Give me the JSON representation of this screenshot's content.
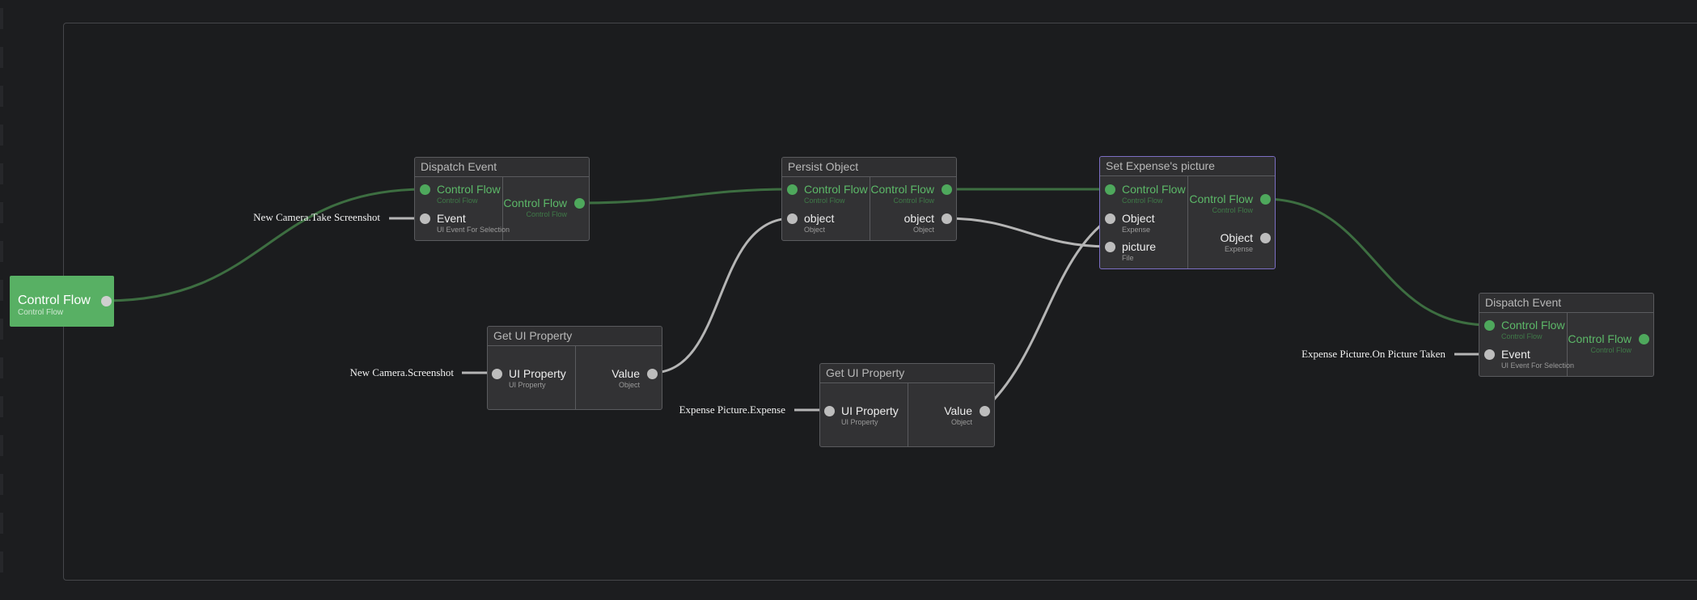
{
  "colors": {
    "background": "#1c1d1f",
    "node_body": "#323234",
    "node_border": "#5a5b5e",
    "selected_border": "#7c6fc4",
    "flow_accent": "#4ea85c",
    "flow_wire": "#3d6e41",
    "data_wire": "#b5b5b5",
    "entry_node": "#58b064"
  },
  "entry_node": {
    "label": "Control Flow",
    "sublabel": "Control Flow"
  },
  "nodes": {
    "dispatch_event_1": {
      "title": "Dispatch Event",
      "in_flow": {
        "label": "Control Flow",
        "type": "Control Flow"
      },
      "in_event": {
        "label": "Event",
        "type": "UI Event For Selection"
      },
      "out_flow": {
        "label": "Control Flow",
        "type": "Control Flow"
      }
    },
    "persist_object": {
      "title": "Persist Object",
      "in_flow": {
        "label": "Control Flow",
        "type": "Control Flow"
      },
      "in_object": {
        "label": "object",
        "type": "Object"
      },
      "out_flow": {
        "label": "Control Flow",
        "type": "Control Flow"
      },
      "out_object": {
        "label": "object",
        "type": "Object"
      }
    },
    "set_expense_picture": {
      "title": "Set Expense's picture",
      "in_flow": {
        "label": "Control Flow",
        "type": "Control Flow"
      },
      "in_object": {
        "label": "Object",
        "type": "Expense"
      },
      "in_picture": {
        "label": "picture",
        "type": "File"
      },
      "out_flow": {
        "label": "Control Flow",
        "type": "Control Flow"
      },
      "out_object": {
        "label": "Object",
        "type": "Expense"
      }
    },
    "dispatch_event_2": {
      "title": "Dispatch Event",
      "in_flow": {
        "label": "Control Flow",
        "type": "Control Flow"
      },
      "in_event": {
        "label": "Event",
        "type": "UI Event For Selection"
      },
      "out_flow": {
        "label": "Control Flow",
        "type": "Control Flow"
      }
    },
    "get_ui_property_1": {
      "title": "Get UI Property",
      "in_prop": {
        "label": "UI Property",
        "type": "UI Property"
      },
      "out_value": {
        "label": "Value",
        "type": "Object"
      }
    },
    "get_ui_property_2": {
      "title": "Get UI Property",
      "in_prop": {
        "label": "UI Property",
        "type": "UI Property"
      },
      "out_value": {
        "label": "Value",
        "type": "Object"
      }
    }
  },
  "external_inputs": {
    "take_screenshot": "New Camera.Take Screenshot",
    "screenshot": "New Camera.Screenshot",
    "expense": "Expense Picture.Expense",
    "picture_taken": "Expense Picture.On Picture Taken"
  }
}
